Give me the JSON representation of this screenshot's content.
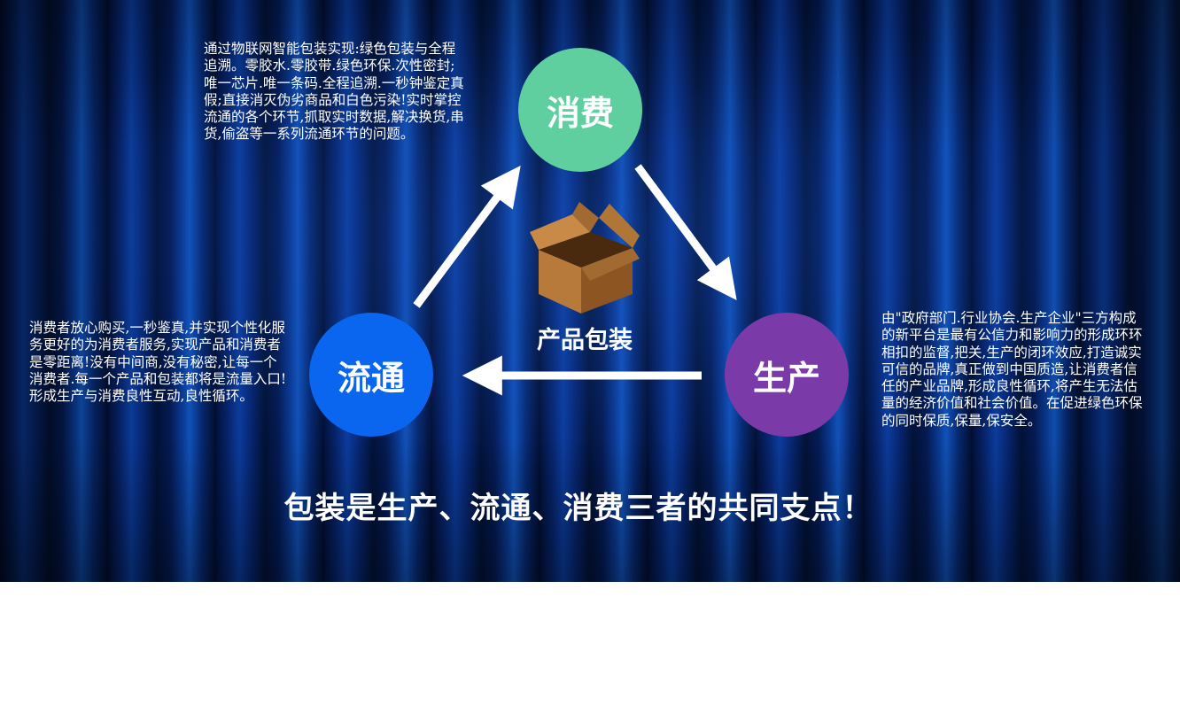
{
  "nodes": {
    "consume": "消费",
    "circulate": "流通",
    "produce": "生产"
  },
  "center": {
    "label": "产品包装",
    "icon": "cardboard-box-icon"
  },
  "descriptions": {
    "top": "通过物联网智能包装实现:绿色包装与全程追溯。零胶水.零胶带.绿色环保.次性密封;唯一芯片.唯一条码.全程追溯.一秒钟鉴定真假;直接消灭伪劣商品和白色污染!实时掌控流通的各个环节,抓取实时数据,解决换货,串货,偷盗等一系列流通环节的问题。",
    "left": "消费者放心购买,一秒鉴真,并实现个性化服务更好的为消费者服务,实现产品和消费者是零距离!没有中间商,没有秘密,让每一个消费者.每一个产品和包装都将是流量入口!形成生产与消费良性互动,良性循环。",
    "right": "由\"政府部门.行业协会.生产企业\"三方构成的新平台是最有公信力和影响力的形成环环相扣的监督,把关,生产的闭环效应,打造诚实可信的品牌,真正做到中国质造,让消费者信任的产业品牌,形成良性循环,将产生无法估量的经济价值和社会价值。在促进绿色环保的同时保质,保量,保安全。"
  },
  "headline": "包装是生产、流通、消费三者的共同支点！",
  "colors": {
    "consume": "#5fcfa0",
    "circulate": "#0a66ee",
    "produce": "#7a3aa8",
    "arrow": "#ffffff"
  }
}
